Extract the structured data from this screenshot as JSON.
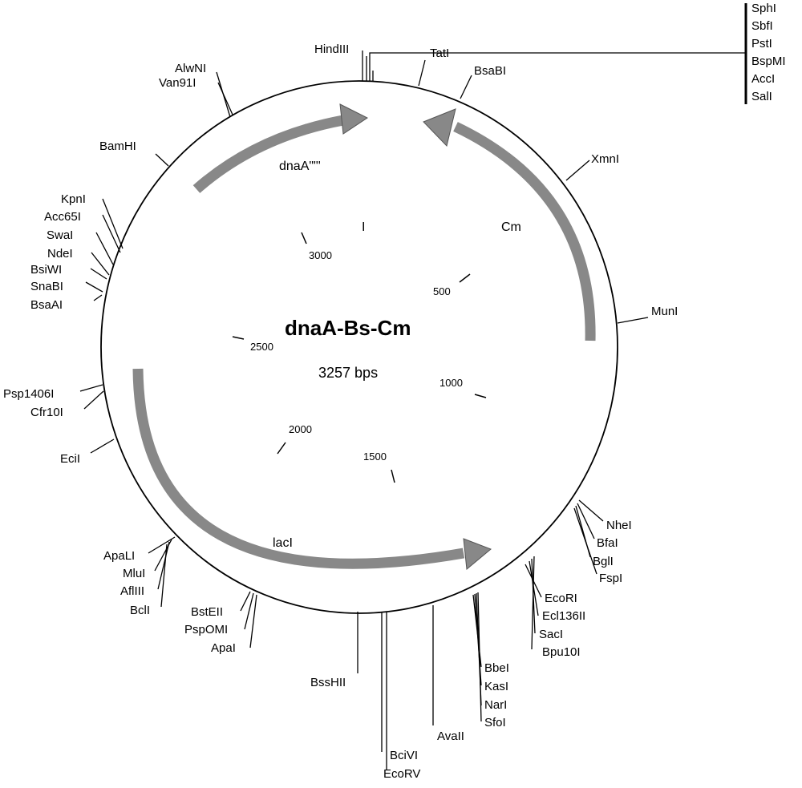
{
  "plasmid": {
    "name": "dnaA-Bs-Cm",
    "size_label": "3257 bps",
    "colors": {
      "backbone": "#000000",
      "feature_arrow": "#888888"
    }
  },
  "ticks": [
    "500",
    "1000",
    "1500",
    "2000",
    "2500",
    "3000"
  ],
  "features": [
    {
      "name": "dnaA\"\"'",
      "type": "arrow"
    },
    {
      "name": "I",
      "type": "label"
    },
    {
      "name": "Cm",
      "type": "arrow"
    },
    {
      "name": "lacI",
      "type": "arrow"
    }
  ],
  "sites": [
    "SphI",
    "SbfI",
    "PstI",
    "BspMI",
    "AccI",
    "SalI",
    "HindIII",
    "TatI",
    "BsaBI",
    "XmnI",
    "MunI",
    "NheI",
    "BfaI",
    "BglI",
    "FspI",
    "EcoRI",
    "Ecl136II",
    "SacI",
    "Bpu10I",
    "BbeI",
    "KasI",
    "NarI",
    "SfoI",
    "AvaII",
    "BciVI",
    "EcoRV",
    "BssHII",
    "BstEII",
    "PspOMI",
    "ApaI",
    "ApaLI",
    "MluI",
    "AflIII",
    "BclI",
    "EciI",
    "Psp1406I",
    "Cfr10I",
    "BsaAI",
    "SnaBI",
    "BsiWI",
    "NdeI",
    "SwaI",
    "Acc65I",
    "KpnI",
    "BamHI",
    "Van91I",
    "AlwNI"
  ]
}
